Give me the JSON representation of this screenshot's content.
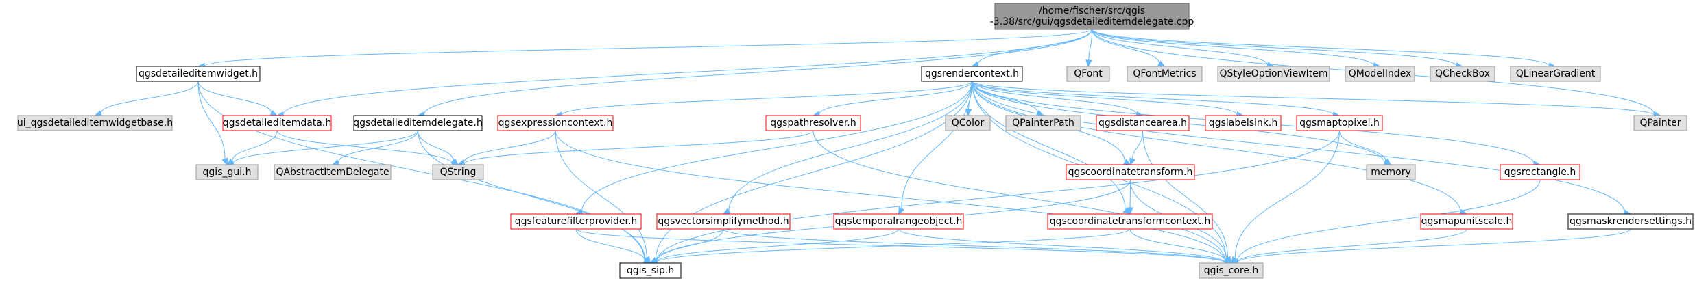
{
  "graph": {
    "colors": {
      "edge": "#63b8ff",
      "root_fill": "#999999",
      "root_border": "#666666",
      "documented_fill": "#ffffff",
      "documented_border": "#000000",
      "has_include_fill": "#ffffff",
      "has_include_border": "#ff0000",
      "external_fill": "#e0e0e0",
      "external_border": "#999999"
    },
    "nodes": [
      {
        "id": "root",
        "lines": [
          "/home/fischer/src/qgis",
          "-3.38/src/gui/qgsdetaileditemdelegate.cpp"
        ],
        "kind": "root"
      },
      {
        "id": "widget_h",
        "lines": [
          "qgsdetaileditemwidget.h"
        ],
        "kind": "documented"
      },
      {
        "id": "renderctx_h",
        "lines": [
          "qgsrendercontext.h"
        ],
        "kind": "documented"
      },
      {
        "id": "qfont",
        "lines": [
          "QFont"
        ],
        "kind": "external"
      },
      {
        "id": "qfontmetrics",
        "lines": [
          "QFontMetrics"
        ],
        "kind": "external"
      },
      {
        "id": "qstyleoption",
        "lines": [
          "QStyleOptionViewItem"
        ],
        "kind": "external"
      },
      {
        "id": "qmodelindex",
        "lines": [
          "QModelIndex"
        ],
        "kind": "external"
      },
      {
        "id": "qcheckbox",
        "lines": [
          "QCheckBox"
        ],
        "kind": "external"
      },
      {
        "id": "qlineargradient",
        "lines": [
          "QLinearGradient"
        ],
        "kind": "external"
      },
      {
        "id": "ui_widgetbase",
        "lines": [
          "ui_qgsdetaileditemwidgetbase.h"
        ],
        "kind": "external"
      },
      {
        "id": "itemdata_h",
        "lines": [
          "qgsdetaileditemdata.h"
        ],
        "kind": "has_include"
      },
      {
        "id": "delegate_h",
        "lines": [
          "qgsdetaileditemdelegate.h"
        ],
        "kind": "documented"
      },
      {
        "id": "exprctx_h",
        "lines": [
          "qgsexpressioncontext.h"
        ],
        "kind": "has_include"
      },
      {
        "id": "pathresolver_h",
        "lines": [
          "qgspathresolver.h"
        ],
        "kind": "has_include"
      },
      {
        "id": "qcolor",
        "lines": [
          "QColor"
        ],
        "kind": "external"
      },
      {
        "id": "qpainterpath",
        "lines": [
          "QPainterPath"
        ],
        "kind": "external"
      },
      {
        "id": "distancearea_h",
        "lines": [
          "qgsdistancearea.h"
        ],
        "kind": "has_include"
      },
      {
        "id": "labelsink_h",
        "lines": [
          "qgslabelsink.h"
        ],
        "kind": "has_include"
      },
      {
        "id": "maptopixel_h",
        "lines": [
          "qgsmaptopixel.h"
        ],
        "kind": "has_include"
      },
      {
        "id": "qpainter",
        "lines": [
          "QPainter"
        ],
        "kind": "external"
      },
      {
        "id": "qgis_gui",
        "lines": [
          "qgis_gui.h"
        ],
        "kind": "external"
      },
      {
        "id": "qabstractitemdelegate",
        "lines": [
          "QAbstractItemDelegate"
        ],
        "kind": "external"
      },
      {
        "id": "qstring",
        "lines": [
          "QString"
        ],
        "kind": "external"
      },
      {
        "id": "coordxform_h",
        "lines": [
          "qgscoordinatetransform.h"
        ],
        "kind": "has_include"
      },
      {
        "id": "memory",
        "lines": [
          "memory"
        ],
        "kind": "external"
      },
      {
        "id": "rectangle_h",
        "lines": [
          "qgsrectangle.h"
        ],
        "kind": "has_include"
      },
      {
        "id": "featurefilter_h",
        "lines": [
          "qgsfeaturefilterprovider.h"
        ],
        "kind": "has_include"
      },
      {
        "id": "vectorsimplify_h",
        "lines": [
          "qgsvectorsimplifymethod.h"
        ],
        "kind": "has_include"
      },
      {
        "id": "temporalrange_h",
        "lines": [
          "qgstemporalrangeobject.h"
        ],
        "kind": "has_include"
      },
      {
        "id": "coordxformctx_h",
        "lines": [
          "qgscoordinatetransformcontext.h"
        ],
        "kind": "has_include"
      },
      {
        "id": "mapunitscale_h",
        "lines": [
          "qgsmapunitscale.h"
        ],
        "kind": "has_include"
      },
      {
        "id": "maskrender_h",
        "lines": [
          "qgsmaskrendersettings.h"
        ],
        "kind": "documented"
      },
      {
        "id": "qgis_sip",
        "lines": [
          "qgis_sip.h"
        ],
        "kind": "documented"
      },
      {
        "id": "qgis_core",
        "lines": [
          "qgis_core.h"
        ],
        "kind": "external"
      }
    ],
    "edges": [
      [
        "root",
        "widget_h"
      ],
      [
        "root",
        "renderctx_h"
      ],
      [
        "root",
        "qfont"
      ],
      [
        "root",
        "qfontmetrics"
      ],
      [
        "root",
        "qstyleoption"
      ],
      [
        "root",
        "qmodelindex"
      ],
      [
        "root",
        "qcheckbox"
      ],
      [
        "root",
        "qlineargradient"
      ],
      [
        "root",
        "itemdata_h"
      ],
      [
        "root",
        "delegate_h"
      ],
      [
        "root",
        "qpainter"
      ],
      [
        "widget_h",
        "ui_widgetbase"
      ],
      [
        "widget_h",
        "itemdata_h"
      ],
      [
        "widget_h",
        "qgis_gui"
      ],
      [
        "widget_h",
        "qgis_sip"
      ],
      [
        "itemdata_h",
        "qgis_gui"
      ],
      [
        "itemdata_h",
        "qstring"
      ],
      [
        "delegate_h",
        "qgis_gui"
      ],
      [
        "delegate_h",
        "qabstractitemdelegate"
      ],
      [
        "delegate_h",
        "qstring"
      ],
      [
        "delegate_h",
        "qgis_sip"
      ],
      [
        "renderctx_h",
        "qcolor"
      ],
      [
        "renderctx_h",
        "qpainterpath"
      ],
      [
        "renderctx_h",
        "qpainter"
      ],
      [
        "renderctx_h",
        "memory"
      ],
      [
        "renderctx_h",
        "exprctx_h"
      ],
      [
        "renderctx_h",
        "pathresolver_h"
      ],
      [
        "renderctx_h",
        "distancearea_h"
      ],
      [
        "renderctx_h",
        "labelsink_h"
      ],
      [
        "renderctx_h",
        "maptopixel_h"
      ],
      [
        "renderctx_h",
        "rectangle_h"
      ],
      [
        "renderctx_h",
        "coordxform_h"
      ],
      [
        "renderctx_h",
        "featurefilter_h"
      ],
      [
        "renderctx_h",
        "vectorsimplify_h"
      ],
      [
        "renderctx_h",
        "temporalrange_h"
      ],
      [
        "renderctx_h",
        "coordxformctx_h"
      ],
      [
        "renderctx_h",
        "mapunitscale_h"
      ],
      [
        "renderctx_h",
        "maskrender_h"
      ],
      [
        "renderctx_h",
        "qgis_core"
      ],
      [
        "renderctx_h",
        "qgis_sip"
      ],
      [
        "exprctx_h",
        "qstring"
      ],
      [
        "exprctx_h",
        "qgis_core"
      ],
      [
        "exprctx_h",
        "qgis_sip"
      ],
      [
        "pathresolver_h",
        "qstring"
      ],
      [
        "pathresolver_h",
        "qgis_core"
      ],
      [
        "distancearea_h",
        "coordxform_h"
      ],
      [
        "distancearea_h",
        "qgis_core"
      ],
      [
        "maptopixel_h",
        "memory"
      ],
      [
        "maptopixel_h",
        "qgis_core"
      ],
      [
        "maptopixel_h",
        "qgis_sip"
      ],
      [
        "coordxform_h",
        "coordxformctx_h"
      ],
      [
        "coordxform_h",
        "qgis_core"
      ],
      [
        "coordxform_h",
        "qgis_sip"
      ],
      [
        "coordxformctx_h",
        "qgis_core"
      ],
      [
        "coordxformctx_h",
        "qgis_sip"
      ],
      [
        "rectangle_h",
        "qgis_core"
      ],
      [
        "featurefilter_h",
        "qgis_core"
      ],
      [
        "featurefilter_h",
        "qgis_sip"
      ],
      [
        "vectorsimplify_h",
        "qgis_core"
      ],
      [
        "vectorsimplify_h",
        "qgis_sip"
      ],
      [
        "temporalrange_h",
        "qgis_core"
      ],
      [
        "temporalrange_h",
        "qgis_sip"
      ],
      [
        "mapunitscale_h",
        "qgis_core"
      ],
      [
        "maskrender_h",
        "qgis_core"
      ]
    ]
  }
}
